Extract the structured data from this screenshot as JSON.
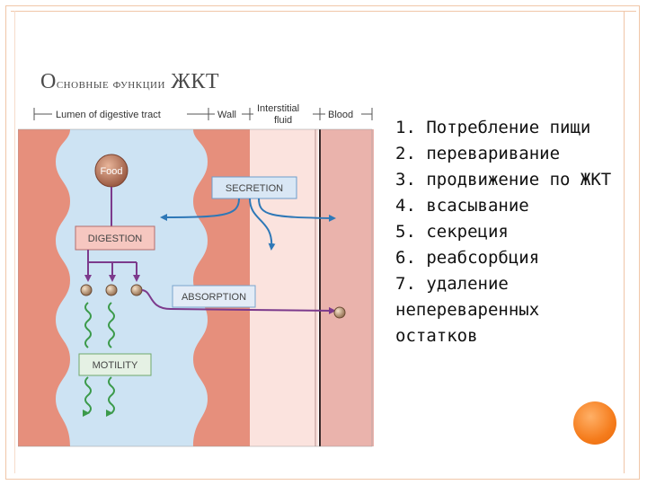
{
  "slide": {
    "title_first": "О",
    "title_small": "сновные функции",
    "title_rest": " ЖКТ",
    "functions": [
      "1. Потребление пищи",
      "2. переваривание",
      "3. продвижение по ЖКТ",
      "4. всасывание",
      "5. секреция",
      "6. реабсорбция",
      "7. удаление непереваренных остатков"
    ]
  },
  "diagram": {
    "regions": {
      "lumen": "Lumen of digestive tract",
      "wall": "Wall",
      "interstitial_line1": "Interstitial",
      "interstitial_line2": "fluid",
      "blood": "Blood"
    },
    "food": "Food",
    "secretion": "SECRETION",
    "digestion": "DIGESTION",
    "absorption": "ABSORPTION",
    "motility": "MOTILITY",
    "colors": {
      "lumen": "#cde3f3",
      "wall": "#e68f7c",
      "interstitial": "#fbe3de",
      "blood": "#eab3ac",
      "arrow_blue": "#2e78b7",
      "arrow_purple": "#7c3a8c",
      "arrow_green": "#3b9a4a"
    }
  }
}
